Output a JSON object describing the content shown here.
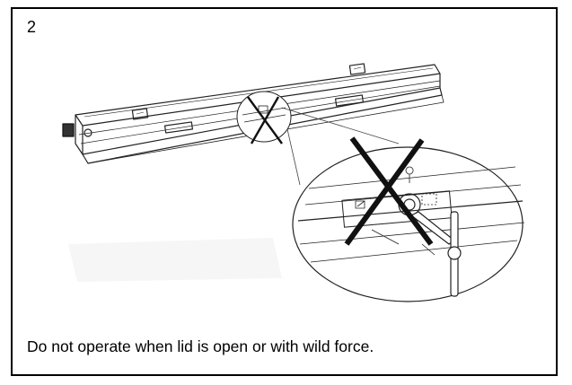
{
  "step_number": "2",
  "caption": "Do not operate when lid is open or with wild force.",
  "colors": {
    "line": "#222222",
    "cross": "#111111",
    "border": "#000000"
  },
  "icons": [
    "luminaire-drawing",
    "prohibited-cross",
    "magnified-detail",
    "handle-lever"
  ]
}
